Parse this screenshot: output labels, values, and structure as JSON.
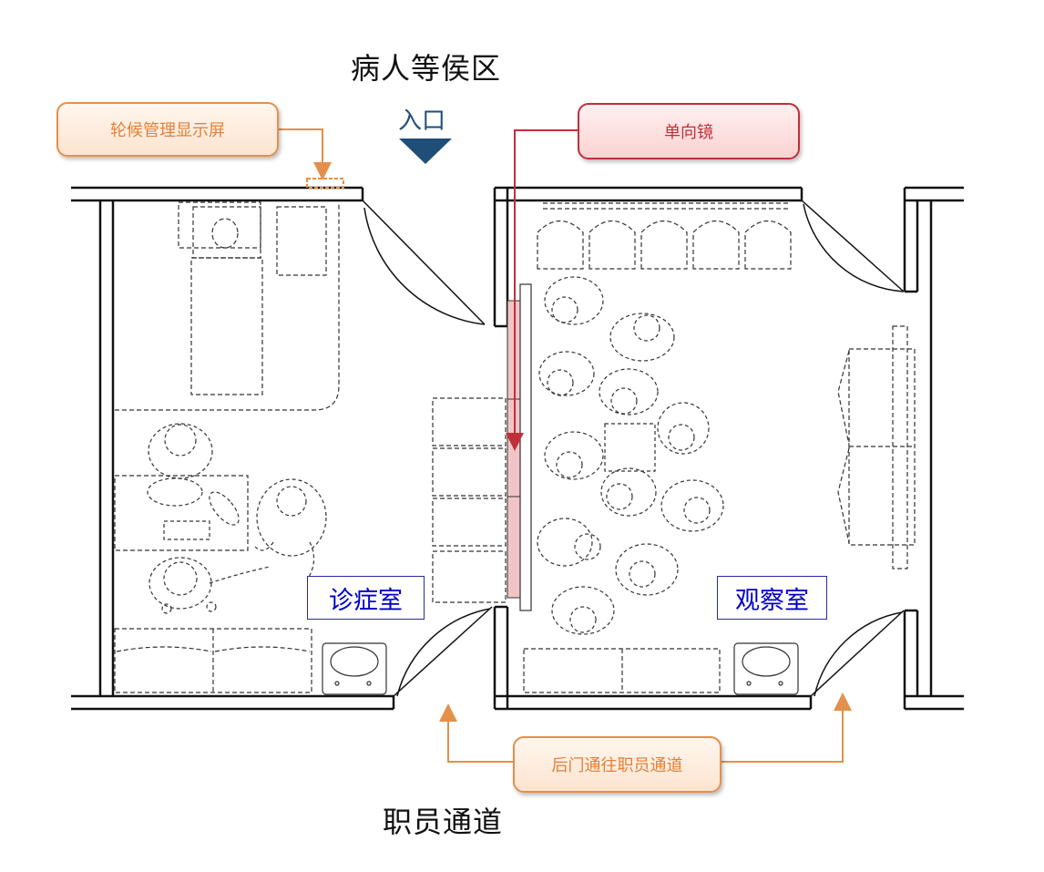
{
  "labels": {
    "waiting_area": "病人等侯区",
    "entrance": "入口",
    "staff_corridor": "职员通道",
    "exam_room": "诊症室",
    "observation_room": "观察室"
  },
  "callouts": {
    "queue_display": "轮候管理显示屏",
    "one_way_mirror": "单向镜",
    "back_door": "后门通往职员通道"
  },
  "colors": {
    "wall": "#111111",
    "furniture": "#333333",
    "mirror_fill": "#f2c4c8",
    "entrance_arrow": "#1f4e79",
    "callout_orange": "#e0823a",
    "callout_red": "#c0303a",
    "room_label": "#0000c8"
  }
}
